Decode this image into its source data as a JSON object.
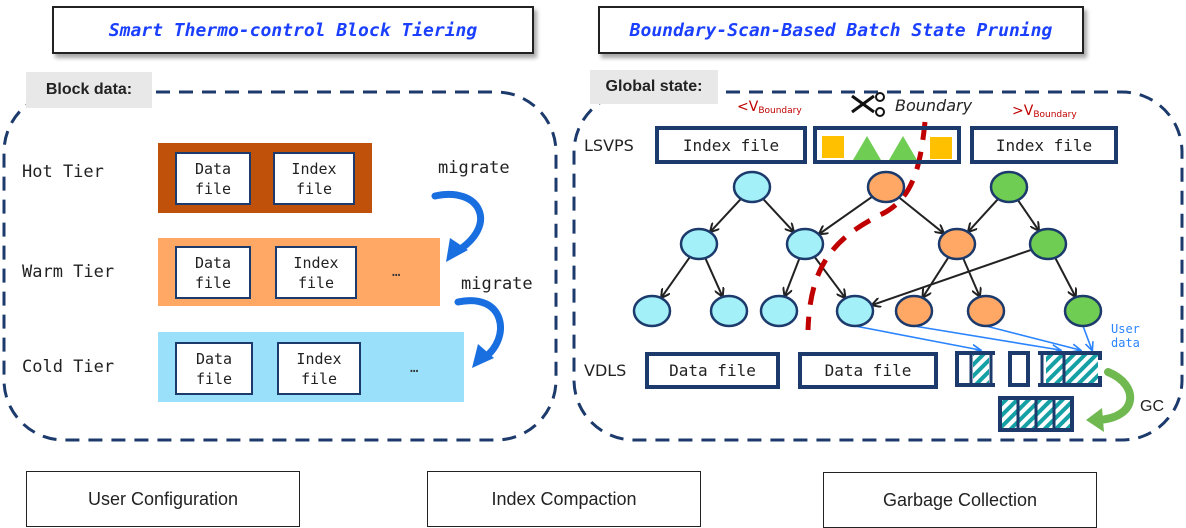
{
  "left_panel": {
    "title": "Smart Thermo-control Block Tiering",
    "section_label": "Block data:",
    "tiers": [
      {
        "name": "Hot Tier",
        "color": "#c0510a",
        "files": [
          "Data\nfile",
          "Index\nfile"
        ],
        "more": "…"
      },
      {
        "name": "Warm Tier",
        "color": "#ffa866",
        "files": [
          "Data\nfile",
          "Index\nfile"
        ],
        "more": "…"
      },
      {
        "name": "Cold Tier",
        "color": "#9ae0fb",
        "files": [
          "Data\nfile",
          "Index\nfile"
        ],
        "more": "…"
      }
    ],
    "migrate_labels": [
      "migrate",
      "migrate"
    ],
    "arrow_color": "#1a6fe0"
  },
  "right_panel": {
    "title": "Boundary-Scan-Based Batch State Pruning",
    "section_label": "Global state:",
    "boundary_label": "Boundary",
    "less_than_label": {
      "prefix": "<V",
      "sub": "Boundary"
    },
    "greater_than_label": {
      "prefix": ">V",
      "sub": "Boundary"
    },
    "lsvps_label": "LSVPS",
    "vdls_label": "VDLS",
    "lsvps_boxes": [
      "Index file",
      "Index file"
    ],
    "vdls_boxes": [
      "Data file",
      "Data file"
    ],
    "user_data_label": "User\ndata",
    "gc_label": "GC",
    "node_colors": {
      "cyan": "#a3f0f8",
      "orange": "#ffa866",
      "green": "#70cd53"
    },
    "boundary_color": "#c00000",
    "link_color": "#2b84ff"
  },
  "bottom_labels": [
    "User Configuration",
    "Index Compaction",
    "Garbage Collection"
  ]
}
